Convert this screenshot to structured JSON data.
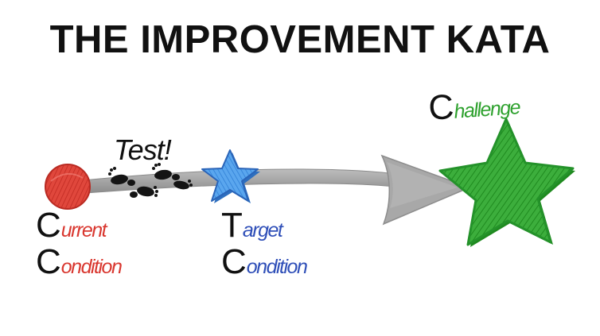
{
  "title": "THE IMPROVEMENT KATA",
  "test_label": "Test!",
  "current_condition": {
    "line1_cap": "C",
    "line1_rest": "urrent",
    "line2_cap": "C",
    "line2_rest": "ondition"
  },
  "target_condition": {
    "line1_cap": "T",
    "line1_rest": "arget",
    "line2_cap": "C",
    "line2_rest": "ondition"
  },
  "challenge": {
    "cap": "C",
    "rest": "hallenge"
  },
  "colors": {
    "current": "#d9372f",
    "target": "#2f4fb8",
    "target_star": "#3f8fe0",
    "challenge": "#2ea12e",
    "arrow": "#9c9c9c",
    "text": "#111111"
  },
  "icons": {
    "current": "red-ball-icon",
    "steps": "footprints-icon",
    "target": "blue-star-icon",
    "challenge": "green-star-icon",
    "path": "gray-arrow-icon"
  }
}
